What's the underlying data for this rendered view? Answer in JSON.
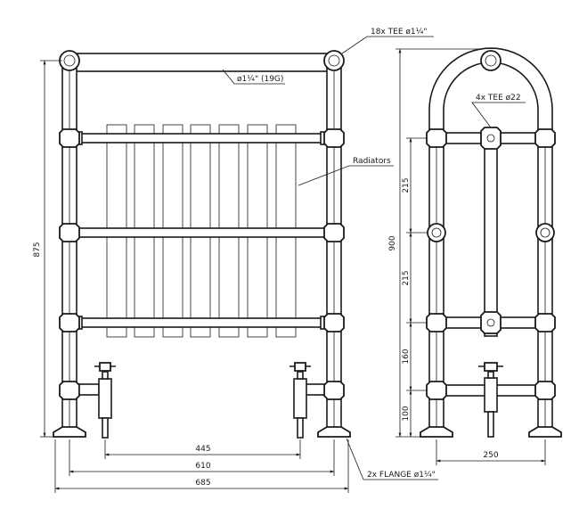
{
  "front_view": {
    "callout_tee": "18x TEE ø1¼\"",
    "callout_rail": "ø1¼\" (19G)",
    "callout_radiators": "Radiators",
    "callout_flange": "2x FLANGE ø1¼\"",
    "dim_height": "875",
    "dim_valve_spacing": "445",
    "dim_post_spacing": "610",
    "dim_overall_width": "685"
  },
  "side_view": {
    "callout_tee": "4x TEE ø22",
    "dim_height": "900",
    "dim_upper_spacing": "215",
    "dim_middle_spacing": "215",
    "dim_lower_spacing": "160",
    "dim_base_spacing": "100",
    "dim_depth": "250"
  }
}
